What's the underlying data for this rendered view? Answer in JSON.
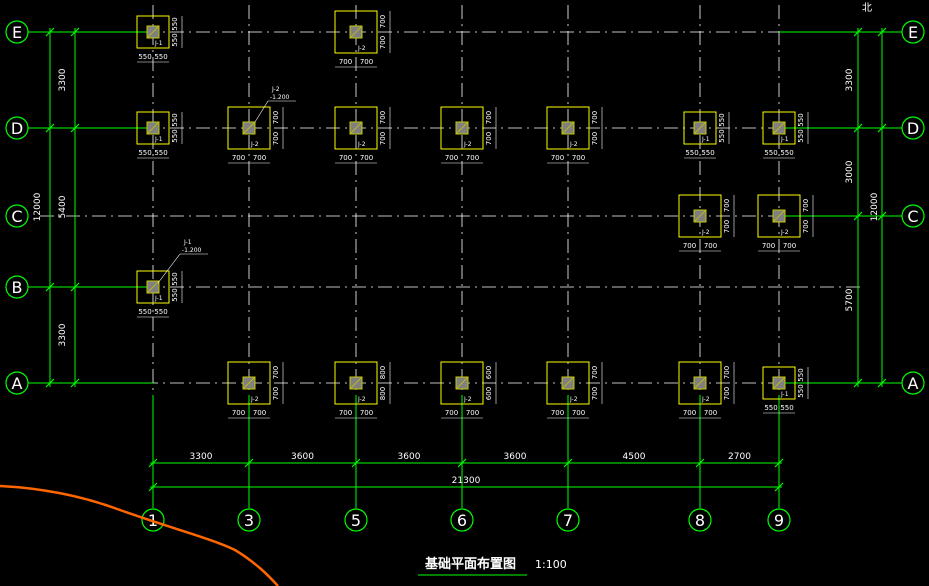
{
  "colors": {
    "background": "#000000",
    "grid_line": "#ffffff",
    "axis_green": "#00ff00",
    "footing": "#ffff00",
    "dim_text": "#ffffff",
    "label_text": "#ffffff",
    "column_fill": "#808080",
    "column_hatch": "#c8c800",
    "curve": "#ff6600"
  },
  "axes": {
    "rows": [
      "E",
      "D",
      "C",
      "B",
      "A"
    ],
    "cols": [
      "1",
      "3",
      "5",
      "6",
      "7",
      "8",
      "9"
    ]
  },
  "left_dims": {
    "segments": [
      "3300",
      "5400",
      "3300"
    ],
    "total": "12000"
  },
  "right_dims": {
    "segments": [
      "3300",
      "3000",
      "5700"
    ],
    "total": "12000"
  },
  "bottom_dims": {
    "segments": [
      "3300",
      "3600",
      "3600",
      "3600",
      "4500",
      "2700"
    ],
    "total": "21300"
  },
  "footing_types": {
    "small": "J-1",
    "large": "J-2"
  },
  "footing_dims": {
    "small_half": "550",
    "large_half": "700",
    "variant_a": "800",
    "variant_b": "600"
  },
  "leaders": {
    "j2": {
      "name": "J-2",
      "elev": "-1.200"
    },
    "j1": {
      "name": "J-1",
      "elev": "-1.200"
    }
  },
  "corner_mark": "北",
  "drawing_title": {
    "name": "基础平面布置图",
    "scale": "1:100"
  }
}
